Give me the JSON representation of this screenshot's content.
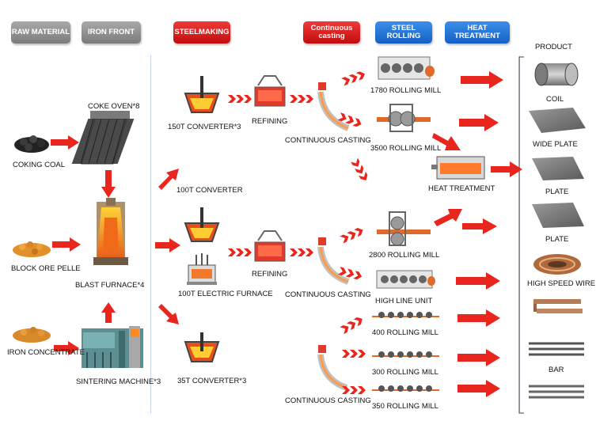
{
  "headers": {
    "raw_material": "RAW MATERIAL",
    "iron_front": "IRON FRONT",
    "steelmaking": "STEELMAKING",
    "continuous_casting_1": "Continuous",
    "continuous_casting_2": "casting",
    "steel_rolling": "STEEL ROLLING",
    "heat_treatment": "HEAT TREATMENT"
  },
  "labels": {
    "product": "PRODUCT",
    "coke_oven": "COKE OVEN*8",
    "coking_coal": "COKING COAL",
    "block_ore": "BLOCK ORE PELLE",
    "blast_furnace": "BLAST FURNACE*4",
    "iron_concentrate": "IRON CONCENTRATE",
    "sintering_machine": "SINTERING MACHINE*3",
    "converter_150t": "150T CONVERTER*3",
    "converter_100t": "100T CONVERTER",
    "electric_furnace": "100T  ELECTRIC FURNACE",
    "converter_35t": "35T CONVERTER*3",
    "refining_1": "REFINING",
    "refining_2": "REFINING",
    "casting_1": "CONTINUOUS CASTING",
    "casting_2": "CONTINUOUS CASTING",
    "casting_3": "CONTINUOUS CASTING",
    "mill_1780": "1780 ROLLING MILL",
    "mill_3500": "3500 ROLLING MILL",
    "heat_treatment": "HEAT TREATMENT",
    "mill_2800": "2800 ROLLING MILL",
    "high_line": "HIGH LINE UNIT",
    "mill_400": "400 ROLLING MILL",
    "mill_300": "300 ROLLING MILL",
    "mill_350": "350 ROLLING MILL",
    "coil": "COIL",
    "wide_plate": "WIDE PLATE",
    "plate_1": "PLATE",
    "plate_2": "PLATE",
    "high_speed_wire": "HIGH SPEED WIRE",
    "bar": "BAR"
  },
  "colors": {
    "arrow": "#e8261e",
    "header_gray": "#8f8f8f",
    "header_red": "#d91616",
    "header_blue": "#1f6fd6",
    "ladle": "#d43a1a",
    "hot_metal": "#ff9a2a"
  }
}
